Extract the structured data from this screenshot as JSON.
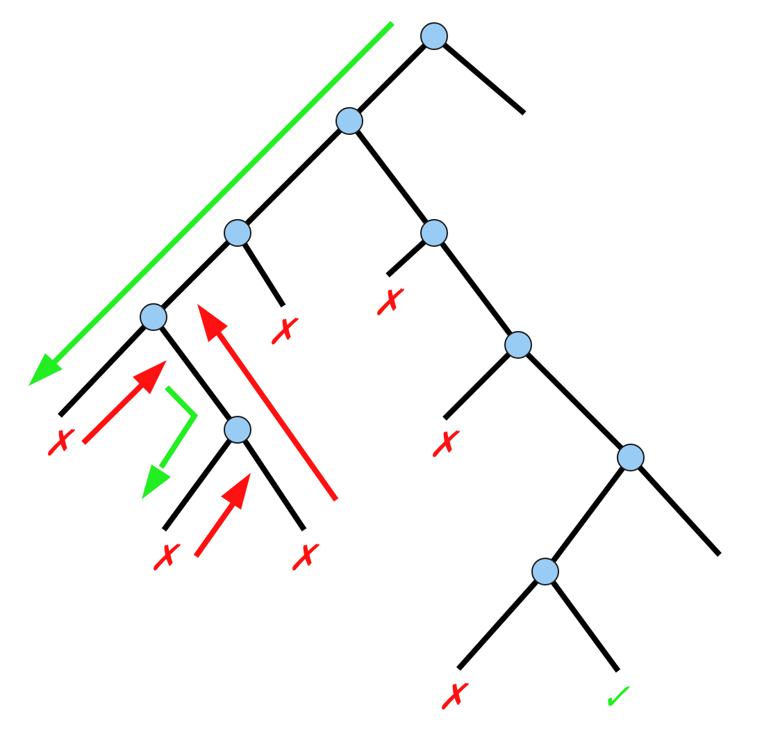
{
  "colors": {
    "background": "#ffffff",
    "edge": "#000000",
    "node_fill": "#99ccf5",
    "success": "#22ee22",
    "failure": "#ff1111"
  },
  "tree": {
    "nodes": [
      "root",
      "a",
      "b",
      "c",
      "d",
      "e",
      "f",
      "g",
      "h"
    ],
    "edges": [
      [
        "root",
        "a"
      ],
      [
        "root",
        "stub-right"
      ],
      [
        "a",
        "b"
      ],
      [
        "a",
        "d"
      ],
      [
        "b",
        "c"
      ],
      [
        "b",
        "stub-b"
      ],
      [
        "c",
        "leaf-1"
      ],
      [
        "c",
        "e"
      ],
      [
        "e",
        "leaf-2"
      ],
      [
        "e",
        "leaf-3"
      ],
      [
        "d",
        "stub-d"
      ],
      [
        "d",
        "f"
      ],
      [
        "f",
        "leaf-4"
      ],
      [
        "f",
        "g"
      ],
      [
        "g",
        "h"
      ],
      [
        "g",
        "stub-g"
      ],
      [
        "h",
        "leaf-5"
      ],
      [
        "h",
        "leaf-6"
      ]
    ]
  },
  "outcomes": {
    "fail_symbol": "✗",
    "success_symbol": "✓",
    "leaves": [
      {
        "leaf": "leaf-1",
        "result": "fail"
      },
      {
        "leaf": "leaf-2",
        "result": "fail"
      },
      {
        "leaf": "leaf-3",
        "result": "fail"
      },
      {
        "leaf": "stub-b",
        "result": "fail"
      },
      {
        "leaf": "stub-d",
        "result": "fail"
      },
      {
        "leaf": "leaf-4",
        "result": "fail"
      },
      {
        "leaf": "leaf-5",
        "result": "fail"
      },
      {
        "leaf": "leaf-6",
        "result": "success"
      }
    ]
  },
  "arrows": [
    {
      "kind": "descend",
      "color": "success"
    },
    {
      "kind": "backtrack",
      "color": "failure"
    },
    {
      "kind": "descend",
      "color": "success"
    },
    {
      "kind": "backtrack",
      "color": "failure"
    },
    {
      "kind": "backtrack",
      "color": "failure"
    }
  ]
}
